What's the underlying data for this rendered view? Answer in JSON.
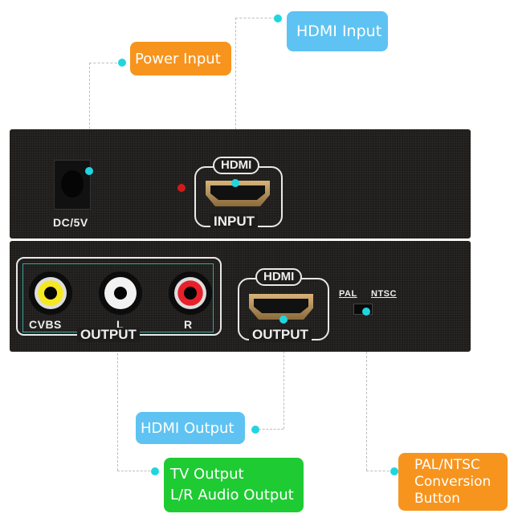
{
  "callouts": {
    "power_input": "Power Input",
    "hdmi_input": "HDMI Input",
    "hdmi_output": "HDMI Output",
    "tv_output_line1": "TV Output",
    "tv_output_line2": "L/R Audio Output",
    "pal_ntsc_line1": "PAL/NTSC",
    "pal_ntsc_line2": "Conversion",
    "pal_ntsc_line3": "Button"
  },
  "top_panel": {
    "dc_label": "DC/5V",
    "hdmi_tag": "HDMI",
    "input_label": "INPUT"
  },
  "bottom_panel": {
    "cvbs_label": "CVBS",
    "l_label": "L",
    "r_label": "R",
    "av_output_label": "OUTPUT",
    "hdmi_tag": "HDMI",
    "hdmi_output_label": "OUTPUT",
    "pal_label": "PAL",
    "ntsc_label": "NTSC"
  },
  "colors": {
    "callout_orange": "#f7941d",
    "callout_blue": "#5ec3f2",
    "callout_green": "#1fcb33",
    "connector_dot": "#1fd6e0",
    "device_body": "#1e1d1c",
    "rca_yellow": "#f5e820",
    "rca_white": "#f2f2f2",
    "rca_red": "#e8202a",
    "led_red": "#d21a1a"
  }
}
